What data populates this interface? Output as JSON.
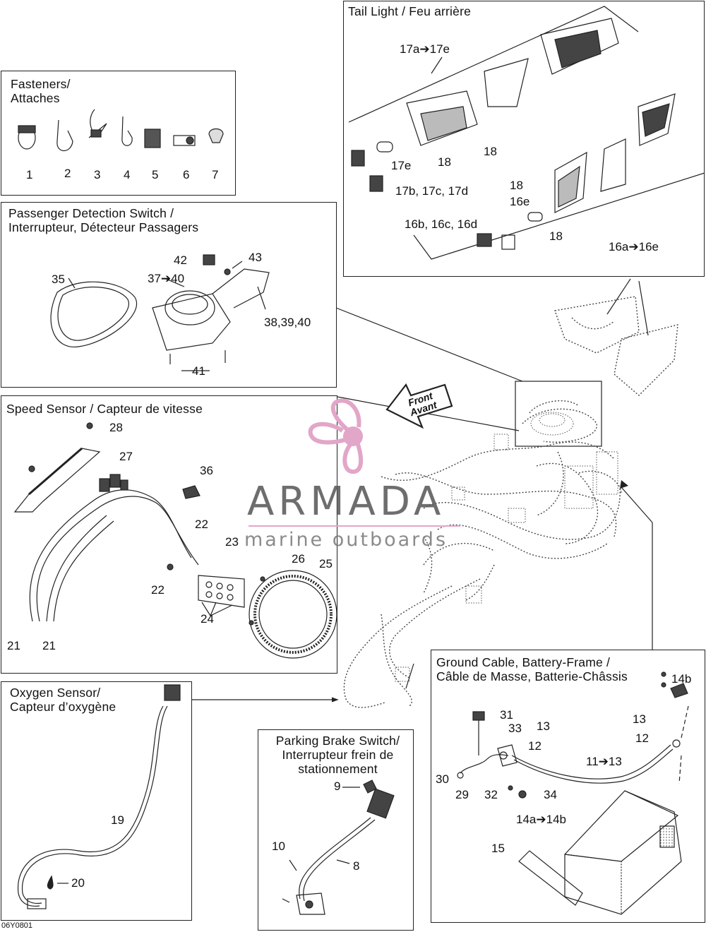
{
  "panels": {
    "tail_light": "Tail Light / Feu arrière",
    "fasteners": "Fasteners/\nAttaches",
    "passenger": "Passenger Detection Switch /\nInterrupteur, Détecteur Passagers",
    "speed": "Speed Sensor / Capteur de vitesse",
    "oxygen": "Oxygen Sensor/\nCapteur d’oxygène",
    "parking": "Parking Brake Switch/\nInterrupteur frein de\nstationnement",
    "ground": "Ground Cable, Battery-Frame /\nCâble de Masse, Batterie-Châssis"
  },
  "labels": {
    "tl_17a": "17a➔17e",
    "tl_17e": "17e",
    "tl_18a": "18",
    "tl_18b": "18",
    "tl_17b": "17b, 17c, 17d",
    "tl_18c": "18",
    "tl_16e": "16e",
    "tl_16b": "16b, 16c, 16d",
    "tl_18d": "18",
    "tl_16a": "16a➔16e",
    "f1": "1",
    "f2": "2",
    "f3": "3",
    "f4": "4",
    "f5": "5",
    "f6": "6",
    "f7": "7",
    "p42": "42",
    "p43": "43",
    "p35": "35",
    "p37": "37➔40",
    "p38": "38,39,40",
    "p41": "41",
    "s28": "28",
    "s27": "27",
    "s36": "36",
    "s22a": "22",
    "s23": "23",
    "s26": "26",
    "s25": "25",
    "s22b": "22",
    "s24": "24",
    "s21a": "21",
    "s21b": "21",
    "o19": "19",
    "o20": "20",
    "pb9": "9",
    "pb10": "10",
    "pb8": "8",
    "g14b": "14b",
    "g31": "31",
    "g33": "33",
    "g13a": "13",
    "g13b": "13",
    "g12a": "12",
    "g12b": "12",
    "g11": "11➔13",
    "g30": "30",
    "g29": "29",
    "g32": "32",
    "g34": "34",
    "g14a": "14a➔14b",
    "g15": "15"
  },
  "front_arrow": {
    "line1": "Front",
    "line2": "Avant"
  },
  "watermark": {
    "brand": "ARMADA",
    "tagline": "marine outboards"
  },
  "diagram_code": "06Y0801"
}
